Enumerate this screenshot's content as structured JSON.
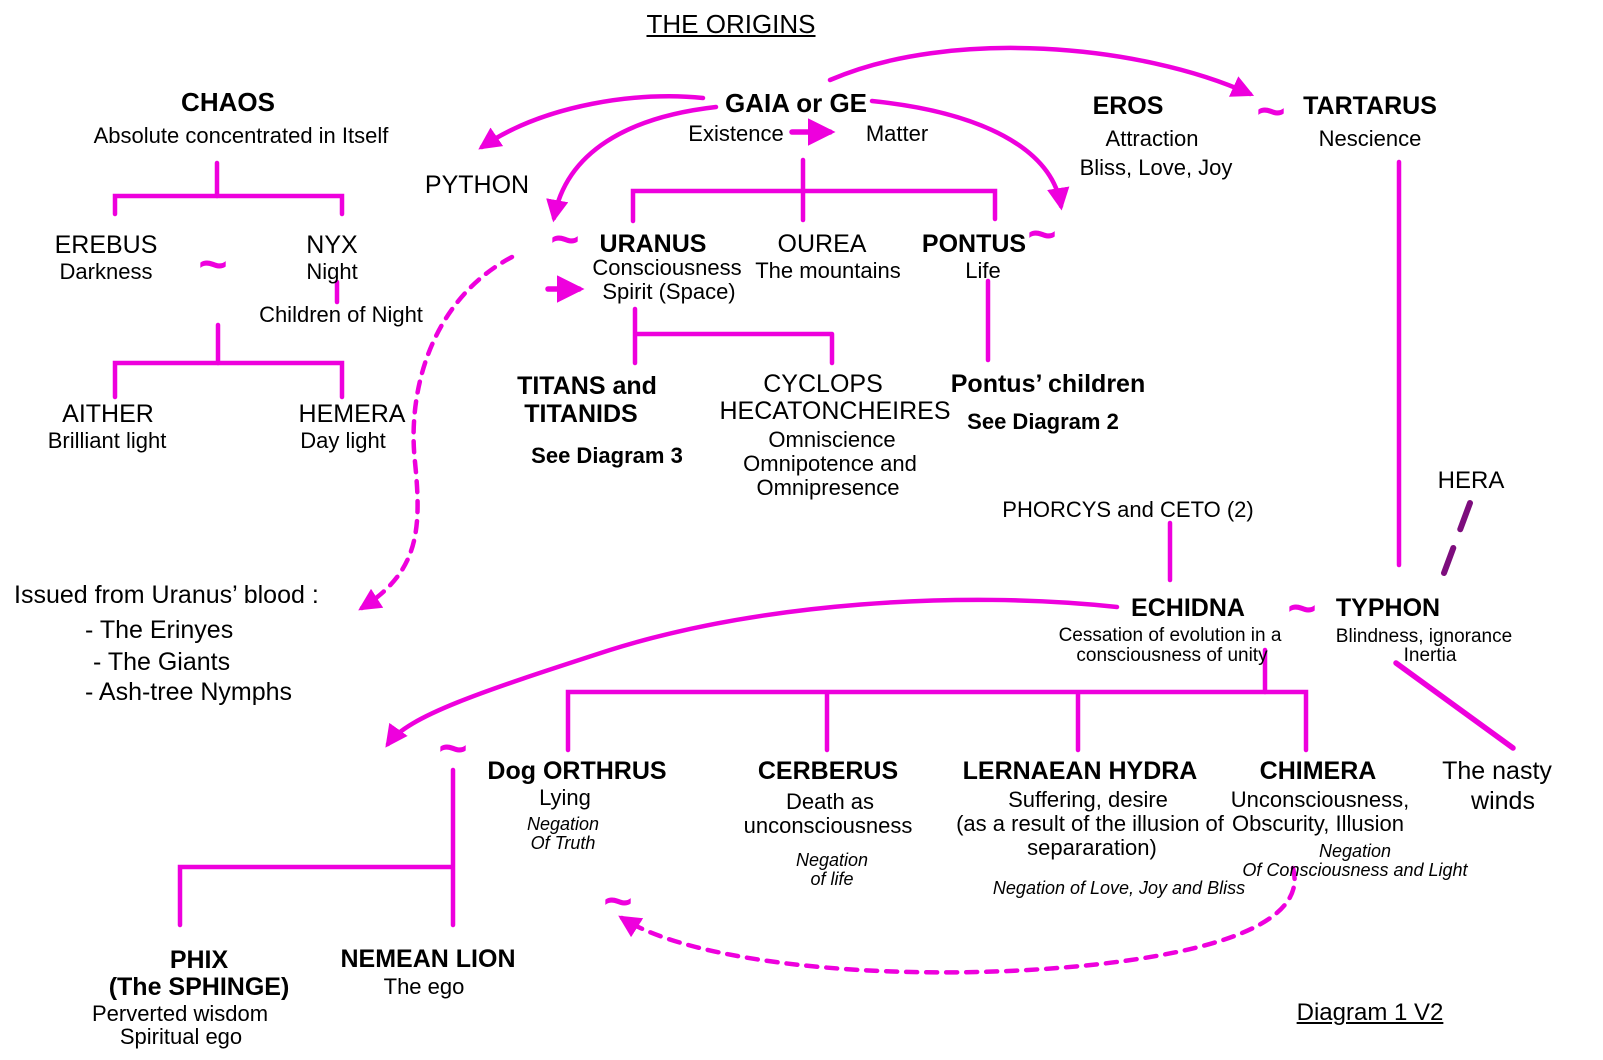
{
  "colors": {
    "magenta": "#ee00dd",
    "dark_purple": "#7d0d7d",
    "text": "#000000"
  },
  "title": "THE ORIGINS",
  "footer": "Diagram 1 V2",
  "symbols": {
    "tilde": "~"
  },
  "nodes": {
    "chaos": {
      "name": "CHAOS",
      "desc": "Absolute concentrated in Itself"
    },
    "erebus": {
      "name": "EREBUS",
      "desc": "Darkness"
    },
    "nyx": {
      "name": "NYX",
      "desc": "Night",
      "note": "Children of Night"
    },
    "aither": {
      "name": "AITHER",
      "desc": "Brilliant light"
    },
    "hemera": {
      "name": "HEMERA",
      "desc": "Day light"
    },
    "python": {
      "name": "PYTHON"
    },
    "gaia": {
      "name": "GAIA or GE",
      "desc_left": "Existence",
      "desc_right": "Matter"
    },
    "eros": {
      "name": "EROS",
      "desc1": "Attraction",
      "desc2": "Bliss, Love, Joy"
    },
    "tartarus": {
      "name": "TARTARUS",
      "desc": "Nescience"
    },
    "uranus": {
      "name": "URANUS",
      "desc1": "Consciousness",
      "desc2": "Spirit (Space)"
    },
    "ourea": {
      "name": "OUREA",
      "desc": "The mountains"
    },
    "pontus": {
      "name": "PONTUS",
      "desc": "Life"
    },
    "titans": {
      "name1": "TITANS and",
      "name2": "TITANIDS",
      "ref": "See Diagram 3"
    },
    "cyclops": {
      "name1": "CYCLOPS",
      "name2": "HECATONCHEIRES",
      "desc1": "Omniscience",
      "desc2": "Omnipotence and",
      "desc3": "Omnipresence"
    },
    "pontus_children": {
      "name": "Pontus’ children",
      "ref": "See Diagram 2"
    },
    "phorcys": {
      "name": "PHORCYS and CETO (2)"
    },
    "hera": {
      "name": "HERA"
    },
    "echidna": {
      "name": "ECHIDNA",
      "desc1": "Cessation of evolution in a",
      "desc2": "consciousness of unity"
    },
    "typhon": {
      "name": "TYPHON",
      "desc1": "Blindness, ignorance",
      "desc2": "Inertia"
    },
    "uranus_blood": {
      "title": "Issued from Uranus’ blood :",
      "items": [
        "- The Erinyes",
        "- The Giants",
        "- Ash-tree Nymphs"
      ]
    },
    "nasty_winds": {
      "line1": "The nasty",
      "line2": "winds"
    },
    "orthrus": {
      "name": "Dog ORTHRUS",
      "desc": "Lying",
      "neg1": "Negation",
      "neg2": "Of Truth"
    },
    "cerberus": {
      "name": "CERBERUS",
      "desc1": "Death as",
      "desc2": "unconsciousness",
      "neg1": "Negation",
      "neg2": "of life"
    },
    "hydra": {
      "name": "LERNAEAN HYDRA",
      "desc1": "Suffering, desire",
      "desc2": "(as a result of the illusion of",
      "desc3": "separaration)",
      "neg": "Negation of Love, Joy and Bliss"
    },
    "chimera": {
      "name": "CHIMERA",
      "desc1": "Unconsciousness,",
      "desc2": "Obscurity, Illusion",
      "neg1": "Negation",
      "neg2": "Of Consciousness and Light"
    },
    "phix": {
      "name1": "PHIX",
      "name2": "(The SPHINGE)",
      "desc1": "Perverted wisdom",
      "desc2": "Spiritual ego"
    },
    "nemean": {
      "name": "NEMEAN LION",
      "desc": "The ego"
    }
  }
}
